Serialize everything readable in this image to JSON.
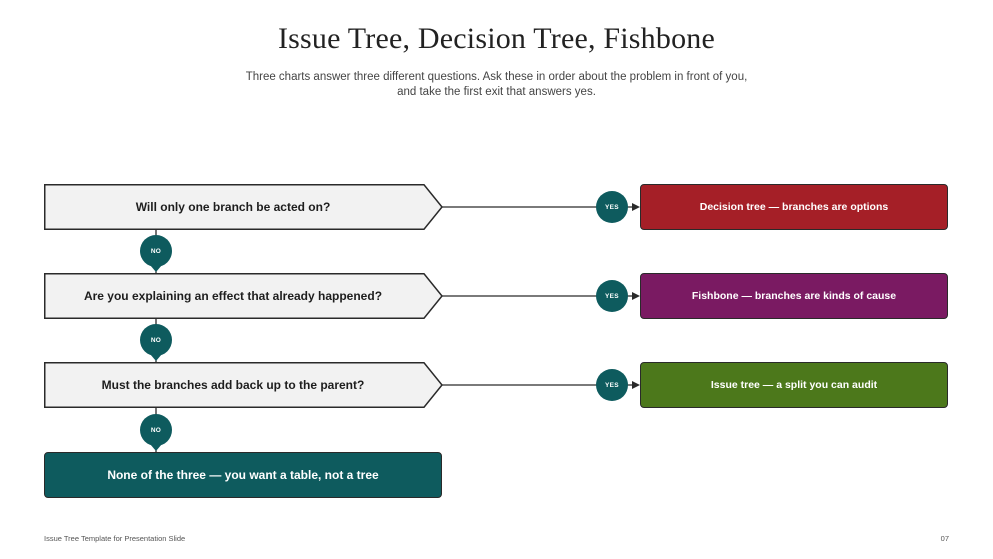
{
  "title": "Issue Tree, Decision Tree, Fishbone",
  "subtitle": "Three charts answer three different questions. Ask these in order about the problem in front of you, and take the first exit that answers yes.",
  "questions": [
    {
      "text": "Will only one branch be acted on?",
      "yes": "YES",
      "no": "NO"
    },
    {
      "text": "Are you explaining an effect that already happened?",
      "yes": "YES",
      "no": "NO"
    },
    {
      "text": "Must the branches add back up to the parent?",
      "yes": "YES",
      "no": "NO"
    }
  ],
  "answers": [
    {
      "text": "Decision tree — branches are options",
      "color": "#a51f27"
    },
    {
      "text": "Fishbone — branches are kinds of cause",
      "color": "#7a1a62"
    },
    {
      "text": "Issue tree — a split you can audit",
      "color": "#4c781b"
    }
  ],
  "final": {
    "text": "None of the three — you want a table, not a tree",
    "color": "#0e5b5e"
  },
  "footer": {
    "left": "Issue Tree Template for Presentation Slide",
    "right": "07"
  },
  "colors": {
    "badge": "#0e5b5e",
    "question_fill": "#f2f2f2",
    "line": "#2a2a2a"
  }
}
